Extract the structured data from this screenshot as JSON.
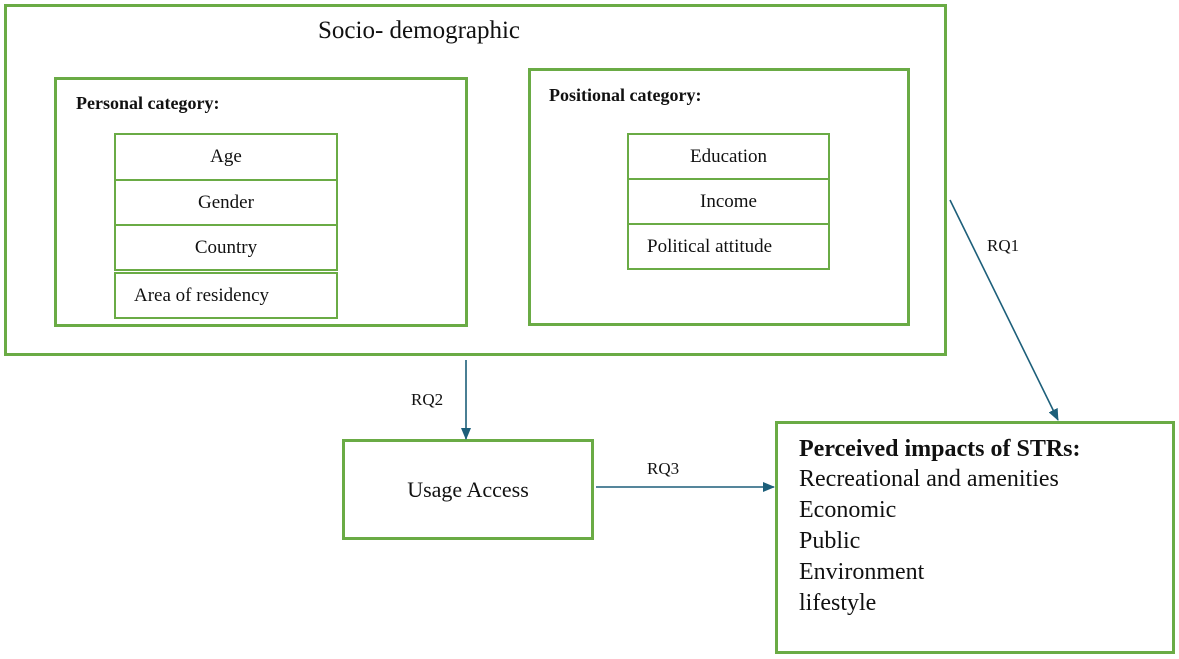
{
  "socio_demographic": {
    "title": "Socio- demographic",
    "personal": {
      "label": "Personal category:",
      "items": [
        "Age",
        "Gender",
        "Country",
        "Area of residency"
      ]
    },
    "positional": {
      "label": "Positional category:",
      "items": [
        "Education",
        "Income",
        "Political attitude"
      ]
    }
  },
  "usage_access": {
    "label": "Usage Access"
  },
  "impacts": {
    "title": "Perceived impacts of STRs:",
    "items": [
      "Recreational and amenities",
      "Economic",
      "Public",
      "Environment",
      "lifestyle"
    ]
  },
  "relations": {
    "rq1": "RQ1",
    "rq2": "RQ2",
    "rq3": "RQ3"
  },
  "colors": {
    "box_border": "#6aab45",
    "arrow": "#1d5f7a"
  }
}
